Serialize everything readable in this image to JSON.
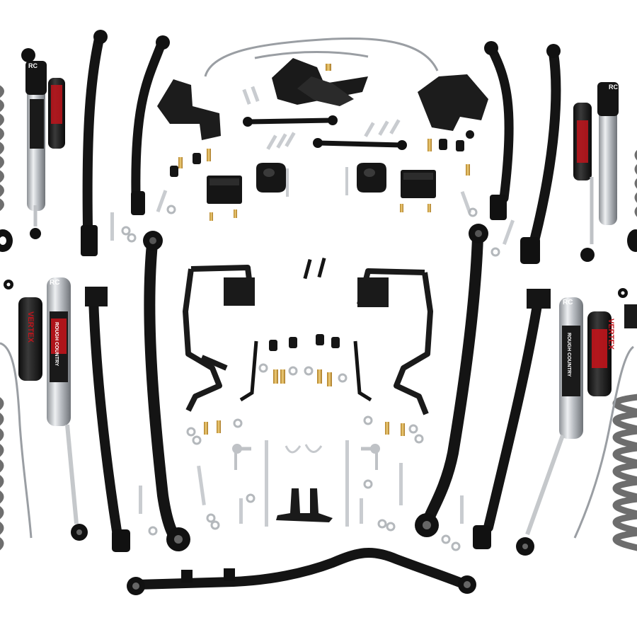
{
  "product_photo": {
    "subject": "suspension-lift-kit",
    "shock_brand_mark": "RC",
    "shock_model_text": "VERTEX",
    "shock_tagline": "ROUGH COUNTRY",
    "colors": {
      "background": "#ffffff",
      "arm_black": "#141414",
      "bracket_black": "#1c1c1c",
      "shock_red": "#c0141b",
      "spring_gray": "#7a7a7a",
      "hardware_silver": "#c9ccd0",
      "hardware_gold": "#d2a444"
    }
  }
}
